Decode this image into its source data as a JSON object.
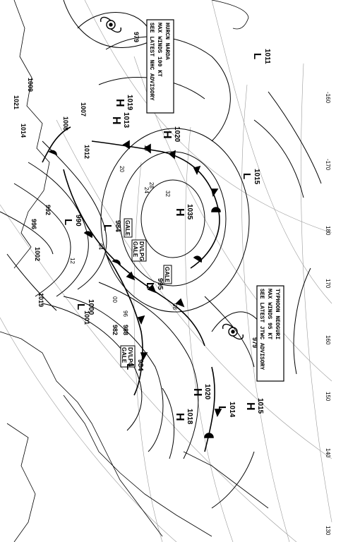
{
  "colors": {
    "ink": "#000000",
    "paper": "#ffffff",
    "grid": "#9a9a9a"
  },
  "advisories": [
    {
      "id": "hurricane",
      "lines": [
        "HURCN NARDA",
        "MAX WINDS 100 KT",
        "SEE LATEST NHC ADVISORY"
      ]
    },
    {
      "id": "typhoon",
      "lines": [
        "TYPHOON NEOGURI",
        "MAX WINDS 95 KT",
        "SEE LATEST JTWC ADVISORY"
      ]
    }
  ],
  "warnings": [
    {
      "id": "gale-1",
      "text": "GALE"
    },
    {
      "id": "dvlpg-gale-1",
      "lines": [
        "DVLPG",
        "GALE"
      ]
    },
    {
      "id": "gale-2",
      "text": "GALE"
    },
    {
      "id": "dvlpg-gale-2",
      "lines": [
        "DVLPG",
        "GALE"
      ]
    }
  ],
  "highs": [
    {
      "id": "h-1035",
      "letter": "H",
      "pressure": "1035"
    },
    {
      "id": "h-1020a",
      "letter": "H",
      "pressure": "1020"
    },
    {
      "id": "h-1019",
      "letter": "H",
      "pressure": "1019"
    },
    {
      "id": "h-1013",
      "letter": "H",
      "pressure": "1013"
    },
    {
      "id": "h-1015",
      "letter": "H",
      "pressure": "1015"
    },
    {
      "id": "h-1018",
      "letter": "H",
      "pressure": "1018"
    },
    {
      "id": "h-1020b",
      "letter": "H",
      "pressure": "1020"
    }
  ],
  "lows": [
    {
      "id": "l-1011",
      "letter": "L",
      "pressure": "1011"
    },
    {
      "id": "l-1015",
      "letter": "L",
      "pressure": "1015"
    },
    {
      "id": "l-984a",
      "letter": "L",
      "pressure": "984"
    },
    {
      "id": "l-995",
      "letter": "L",
      "pressure": "995"
    },
    {
      "id": "l-1014",
      "letter": "L",
      "pressure": "1014"
    },
    {
      "id": "l-984b",
      "letter": "L",
      "pressure": "984"
    },
    {
      "id": "l-1000",
      "letter": "L",
      "pressure": "1000"
    },
    {
      "id": "l-990",
      "letter": "L",
      "pressure": "990"
    }
  ],
  "cyclones": [
    {
      "id": "narda",
      "pressure": "979"
    },
    {
      "id": "neoguri",
      "pressure": "979"
    }
  ],
  "isobar_labels": [
    "16",
    "20",
    "24",
    "28",
    "32",
    "12",
    "08",
    "04",
    "00",
    "96"
  ],
  "meridians": [
    "-160",
    "-170",
    "180",
    "170",
    "160",
    "150",
    "140",
    "130"
  ],
  "station_numbers": [
    "1021",
    "1009",
    "1014",
    "1007",
    "1008",
    "1012",
    "1002",
    "996",
    "992",
    "1001",
    "1019",
    "982",
    "988"
  ]
}
